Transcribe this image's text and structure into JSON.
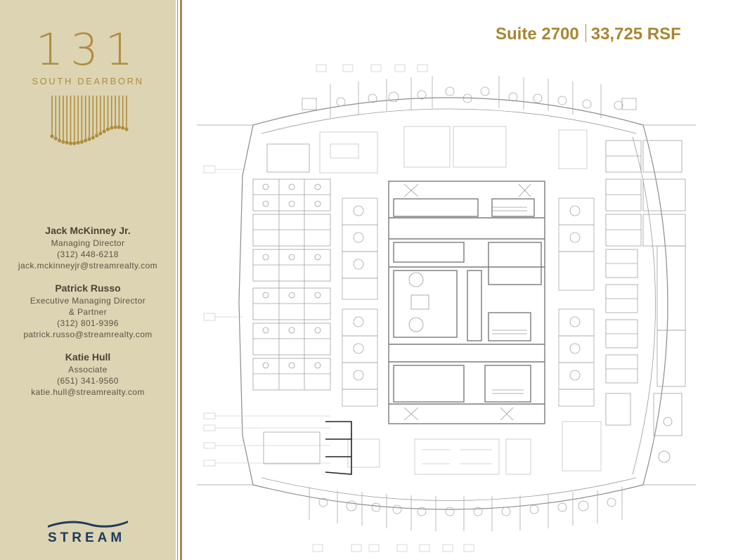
{
  "brand": {
    "building_number": "131",
    "building_name": "SOUTH DEARBORN",
    "accent_color": "#b08d3e",
    "sidebar_bg": "#ddd4b3"
  },
  "header": {
    "suite": "Suite 2700",
    "area": "33,725 RSF",
    "title_color": "#a88732"
  },
  "contacts": [
    {
      "name": "Jack McKinney Jr.",
      "lines": [
        "Managing Director",
        "(312) 448-6218",
        "jack.mckinneyjr@streamrealty.com"
      ]
    },
    {
      "name": "Patrick Russo",
      "lines": [
        "Executive Managing Director",
        "& Partner",
        "(312) 801-9396",
        "patrick.russo@streamrealty.com"
      ]
    },
    {
      "name": "Katie Hull",
      "lines": [
        "Associate",
        "(651) 341-9560",
        "katie.hull@streamrealty.com"
      ]
    }
  ],
  "footer": {
    "company": "STREAM",
    "company_color": "#1d3a5c"
  },
  "floor_plan": {
    "description": "Architectural floor plan of Suite 2700 showing perimeter offices, open workstations, conference rooms, and central building core with elevators, stairs and restrooms"
  }
}
